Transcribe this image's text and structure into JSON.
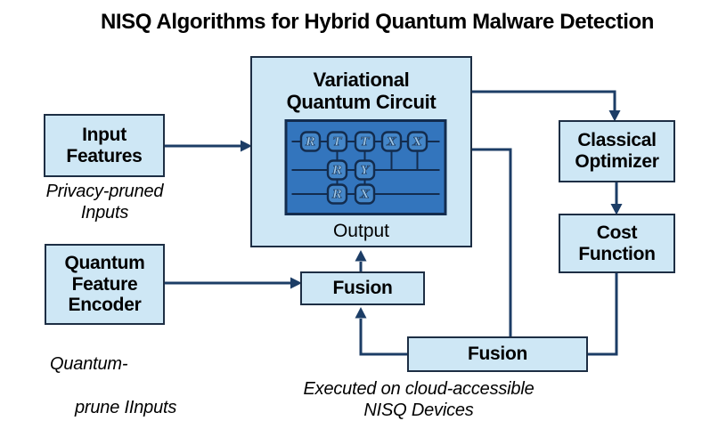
{
  "title": "NISQ Algorithms for Hybrid Quantum Malware Detection",
  "boxes": {
    "input_features": {
      "label": "Input\nFeatures"
    },
    "quantum_feature_encoder": {
      "label": "Quantum\nFeature\nEncoder"
    },
    "vqc": {
      "label": "Variational\nQuantum Circuit",
      "output_label": "Output"
    },
    "classical_optimizer": {
      "label": "Classical\nOptimizer"
    },
    "cost_function": {
      "label": "Cost\nFunction"
    },
    "fusion_small": {
      "label": "Fusion"
    },
    "fusion_large": {
      "label": "Fusion"
    }
  },
  "captions": {
    "privacy": "Privacy-pruned\nInputs",
    "quantum_line1": "Quantum-",
    "quantum_line2": "prune IInputs",
    "executed": "Executed on cloud-accessible\nNISQ Devices"
  },
  "colors": {
    "background": "#ffffff",
    "box_fill": "#cee7f5",
    "box_border": "#1d2e44",
    "arrow": "#1c3d66",
    "circuit_bg": "#3375bd",
    "circuit_border": "#132c4e",
    "gate_fill": "#4486c8",
    "gate_letter": "#9cc6e8",
    "text": "#000000"
  },
  "circuit": {
    "wire_count": 3,
    "column_count": 5,
    "gates": [
      {
        "row": 0,
        "col": 0,
        "label": "R"
      },
      {
        "row": 0,
        "col": 1,
        "label": "T"
      },
      {
        "row": 0,
        "col": 2,
        "label": "T"
      },
      {
        "row": 0,
        "col": 3,
        "label": "X"
      },
      {
        "row": 0,
        "col": 4,
        "label": "X"
      },
      {
        "row": 1,
        "col": 1,
        "label": "R"
      },
      {
        "row": 1,
        "col": 2,
        "label": "Y"
      },
      {
        "row": 2,
        "col": 1,
        "label": "R"
      },
      {
        "row": 2,
        "col": 2,
        "label": "X"
      }
    ],
    "connectors": [
      {
        "col": 1,
        "from_row": 0,
        "to_row": 2
      },
      {
        "col": 2,
        "from_row": 0,
        "to_row": 2
      },
      {
        "col": 3,
        "from_row": 0,
        "to_row": 1
      },
      {
        "col": 4,
        "from_row": 0,
        "to_row": 1
      }
    ]
  }
}
